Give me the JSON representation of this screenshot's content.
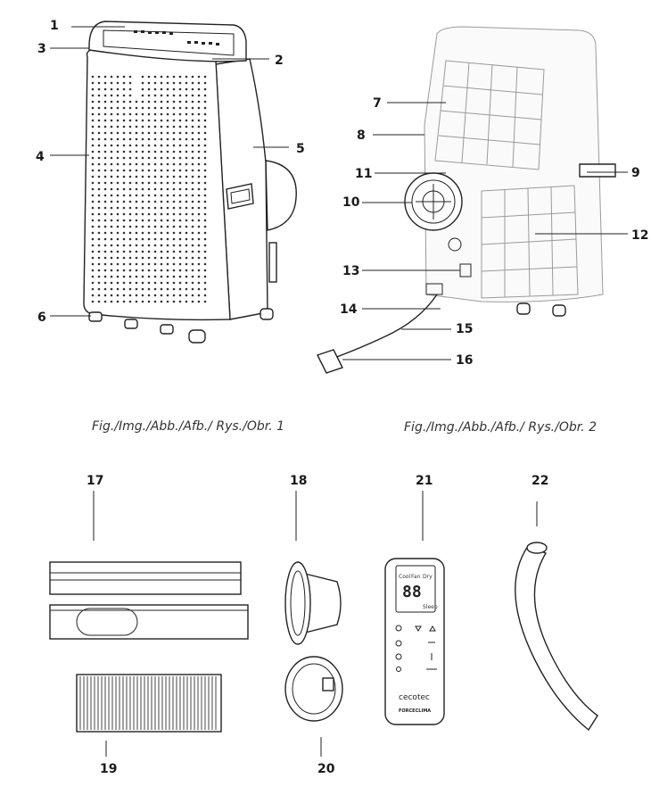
{
  "captions": {
    "fig1": "Fig./Img./Abb./Afb./ Rys./Obr. 1",
    "fig2": "Fig./Img./Abb./Afb./ Rys./Obr. 2"
  },
  "labels": {
    "l1": "1",
    "l2": "2",
    "l3": "3",
    "l4": "4",
    "l5": "5",
    "l6": "6",
    "l7": "7",
    "l8": "8",
    "l9": "9",
    "l10": "10",
    "l11": "11",
    "l12": "12",
    "l13": "13",
    "l14": "14",
    "l15": "15",
    "l16": "16",
    "l17": "17",
    "l18": "18",
    "l19": "19",
    "l20": "20",
    "l21": "21",
    "l22": "22"
  },
  "remote": {
    "mode_cool": "Cool",
    "mode_fan": "Fan",
    "mode_dry": "Dry",
    "digits": "88",
    "sleep": "Sleep",
    "brand": "cecotec",
    "model": "FORCECLIMA"
  },
  "icons": {
    "power": "power-icon",
    "down": "arrow-down-icon",
    "up": "arrow-up-icon",
    "timer": "timer-icon",
    "mode": "mode-icon",
    "swing": "swing-icon",
    "fan": "fan-speed-icon",
    "sleep": "sleep-icon",
    "temp": "temperature-icon"
  }
}
